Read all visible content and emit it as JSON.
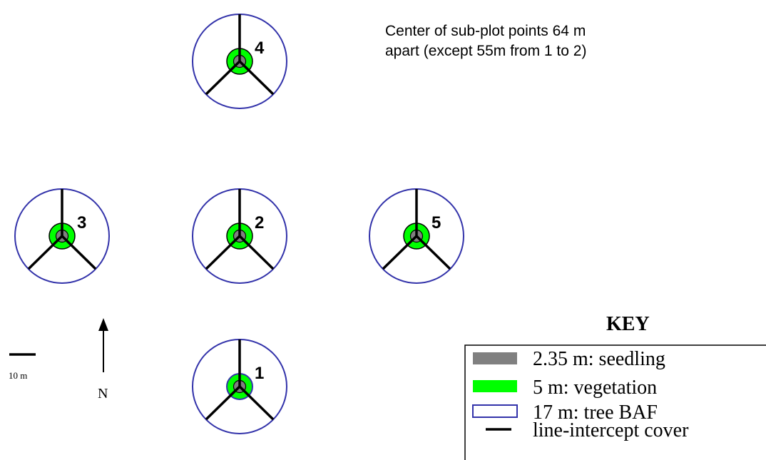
{
  "note": {
    "line1": "Center of sub-plot points 64 m",
    "line2": "apart (except 55m from 1 to 2)"
  },
  "subplots": [
    {
      "label": "4"
    },
    {
      "label": "3"
    },
    {
      "label": "2"
    },
    {
      "label": "5"
    },
    {
      "label": "1"
    }
  ],
  "scale_bar": {
    "label": "10 m"
  },
  "north_arrow": {
    "label": "N"
  },
  "key": {
    "title": "KEY",
    "items": [
      {
        "label": "2.35 m: seedling",
        "swatch": "#808080"
      },
      {
        "label": "5 m: vegetation",
        "swatch": "#00ff00"
      },
      {
        "label": "17 m: tree BAF",
        "swatch": "#3333aa"
      },
      {
        "label": "line-intercept cover",
        "swatch": "#000000"
      }
    ]
  },
  "colors": {
    "tree_circle": "#3333aa",
    "vegetation": "#00ff00",
    "seedling": "#808080",
    "line": "#000000"
  }
}
